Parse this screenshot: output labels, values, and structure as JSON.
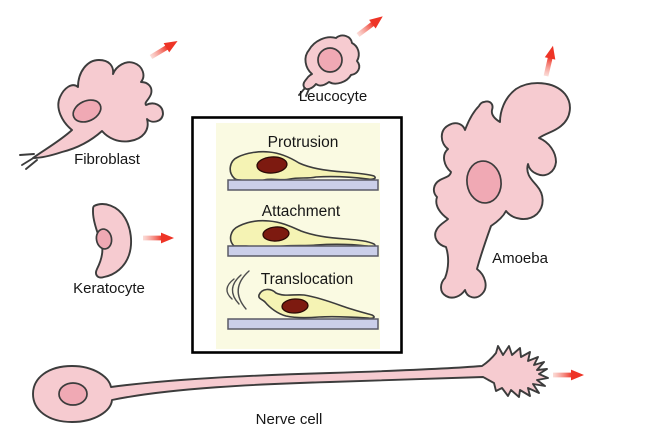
{
  "colors": {
    "background": "#ffffff",
    "cell_fill": "#f6cbd0",
    "cell_nucleus_fill": "#f0a9b4",
    "cell_outline": "#3c3c3c",
    "arrow_red": "#ee3426",
    "arrow_fade": "#f8c0b8",
    "box_border": "#000000",
    "box_bg": "#ffffff",
    "panel_bg": "#fafae2",
    "migration_cell_fill": "#f5f3b4",
    "migration_nucleus_fill": "#7d1a10",
    "substrate_fill": "#cbcfe9",
    "substrate_outline": "#5a5a66",
    "label_color": "#161616"
  },
  "cells": {
    "fibroblast": {
      "label": "Fibroblast"
    },
    "leucocyte": {
      "label": "Leucocyte"
    },
    "keratocyte": {
      "label": "Keratocyte"
    },
    "amoeba": {
      "label": "Amoeba"
    },
    "nerve_cell": {
      "label": "Nerve cell"
    }
  },
  "migration_box": {
    "steps": [
      {
        "label": "Protrusion"
      },
      {
        "label": "Attachment"
      },
      {
        "label": "Translocation"
      }
    ]
  }
}
